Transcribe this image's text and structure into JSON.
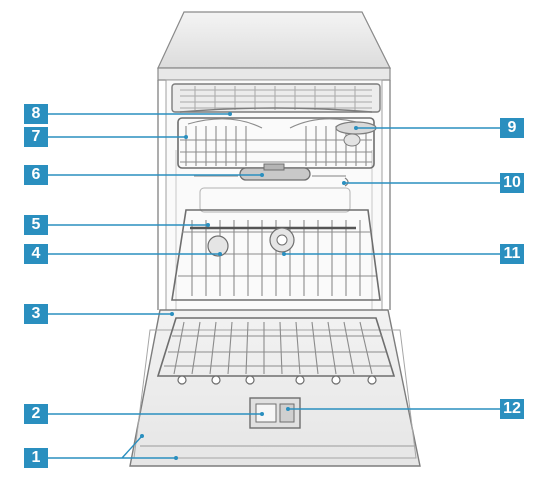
{
  "diagram": {
    "accent_color": "#2a8fbf",
    "callouts": [
      {
        "number": "1"
      },
      {
        "number": "2"
      },
      {
        "number": "3"
      },
      {
        "number": "4"
      },
      {
        "number": "5"
      },
      {
        "number": "6"
      },
      {
        "number": "7"
      },
      {
        "number": "8"
      },
      {
        "number": "9"
      },
      {
        "number": "10"
      },
      {
        "number": "11"
      },
      {
        "number": "12"
      }
    ]
  }
}
